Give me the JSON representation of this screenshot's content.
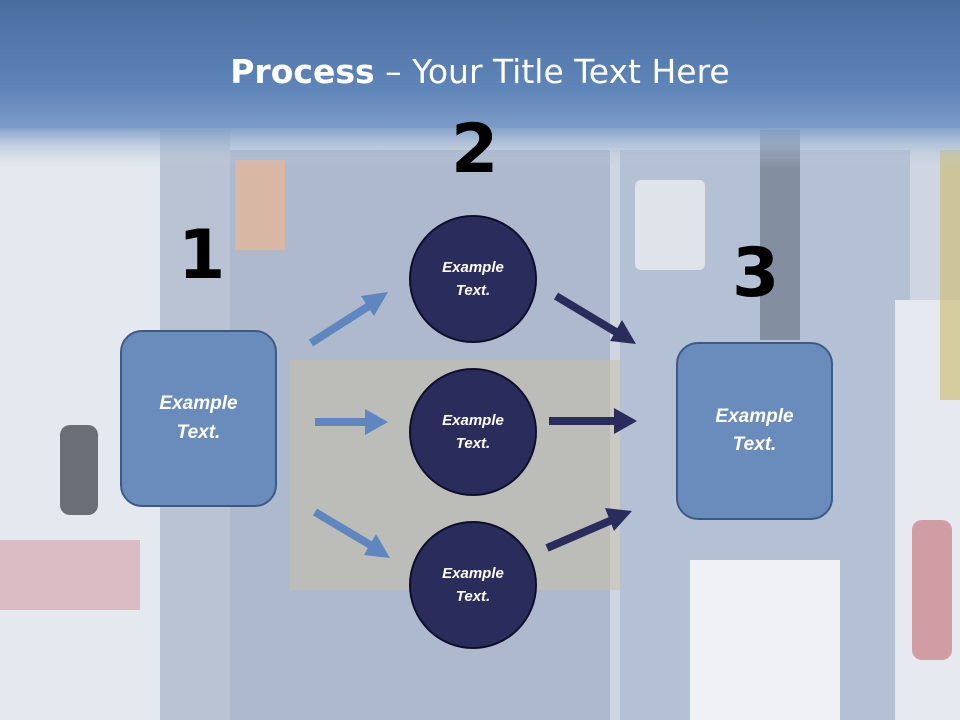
{
  "title": {
    "bold": "Process",
    "rest": " – Your Title Text Here"
  },
  "step_numbers": [
    "1",
    "2",
    "3"
  ],
  "left_box": {
    "label": "Example\nText."
  },
  "right_box": {
    "label": "Example\nText."
  },
  "circles": [
    {
      "label": "Example\nText."
    },
    {
      "label": "Example\nText."
    },
    {
      "label": "Example\nText."
    }
  ],
  "colors": {
    "header_band": "#5a7eb4",
    "box_fill": "#6a8cbc",
    "circle_fill": "#2a2d5c",
    "arrow_light": "#5f86bf",
    "arrow_dark": "#2a2d5c"
  }
}
